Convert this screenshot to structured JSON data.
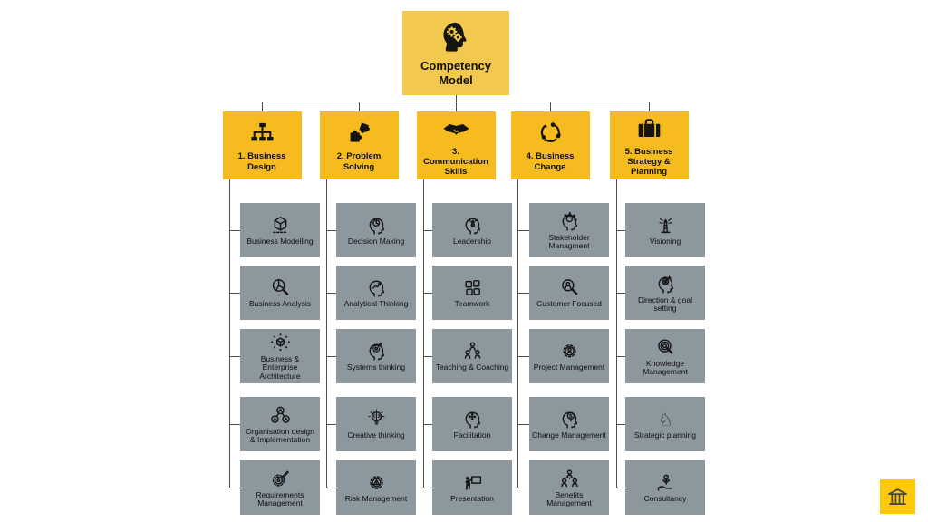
{
  "diagram": {
    "root": {
      "title": "Competency Model",
      "icon": "head-gears-icon"
    },
    "categories": [
      {
        "label": "1. Business Design",
        "icon": "org-hierarchy-icon",
        "skills": [
          {
            "label": "Business Modelling",
            "icon": "cube-3d-icon"
          },
          {
            "label": "Business Analysis",
            "icon": "pie-magnifier-icon"
          },
          {
            "label": "Business & Enterprise Architecture",
            "icon": "cube-network-icon"
          },
          {
            "label": "Organisation design & Implementation",
            "icon": "people-circles-icon"
          },
          {
            "label": "Requirements Management",
            "icon": "gear-pencil-icon"
          }
        ]
      },
      {
        "label": "2. Problem Solving",
        "icon": "puzzle-icon",
        "skills": [
          {
            "label": "Decision Making",
            "icon": "head-pie-icon"
          },
          {
            "label": "Analytical Thinking",
            "icon": "head-trend-icon"
          },
          {
            "label": "Systems thinking",
            "icon": "head-gear-icon"
          },
          {
            "label": "Creative thinking",
            "icon": "bulb-brain-icon"
          },
          {
            "label": "Risk Management",
            "icon": "gear-warning-icon"
          }
        ]
      },
      {
        "label": "3. Communication Skills",
        "icon": "handshake-icon",
        "skills": [
          {
            "label": "Leadership",
            "icon": "head-lighthouse-icon"
          },
          {
            "label": "Teamwork",
            "icon": "interlocked-squares-icon"
          },
          {
            "label": "Teaching & Coaching",
            "icon": "people-group-icon"
          },
          {
            "label": "Facilitation",
            "icon": "head-crosshair-icon"
          },
          {
            "label": "Presentation",
            "icon": "presenter-board-icon"
          }
        ]
      },
      {
        "label": "4. Business Change",
        "icon": "cycle-arrows-icon",
        "skills": [
          {
            "label": "Stakeholder Managment",
            "icon": "head-radiate-icon"
          },
          {
            "label": "Customer Focused",
            "icon": "person-magnifier-icon"
          },
          {
            "label": "Project Management",
            "icon": "gear-person-icon"
          },
          {
            "label": "Change Management",
            "icon": "head-dollar-icon"
          },
          {
            "label": "Benefits Management",
            "icon": "people-tree-icon"
          }
        ]
      },
      {
        "label": "5. Business Strategy & Planning",
        "icon": "briefcase-icon",
        "skills": [
          {
            "label": "Visioning",
            "icon": "lighthouse-icon"
          },
          {
            "label": "Direction & goal setting",
            "icon": "head-target-icon"
          },
          {
            "label": "Knowledge Management",
            "icon": "target-magnifier-icon"
          },
          {
            "label": "Strategic planning",
            "icon": "chess-knight-icon"
          },
          {
            "label": "Consultancy",
            "icon": "hand-plant-icon"
          }
        ]
      }
    ],
    "corner_button": {
      "icon": "bank-icon"
    },
    "colors": {
      "root_box": "#F2C94E",
      "category_box": "#F5BB1F",
      "skill_box": "#8D979E",
      "corner_button": "#FFC907",
      "connector": "#4d4d4d",
      "text": "#111111"
    }
  }
}
